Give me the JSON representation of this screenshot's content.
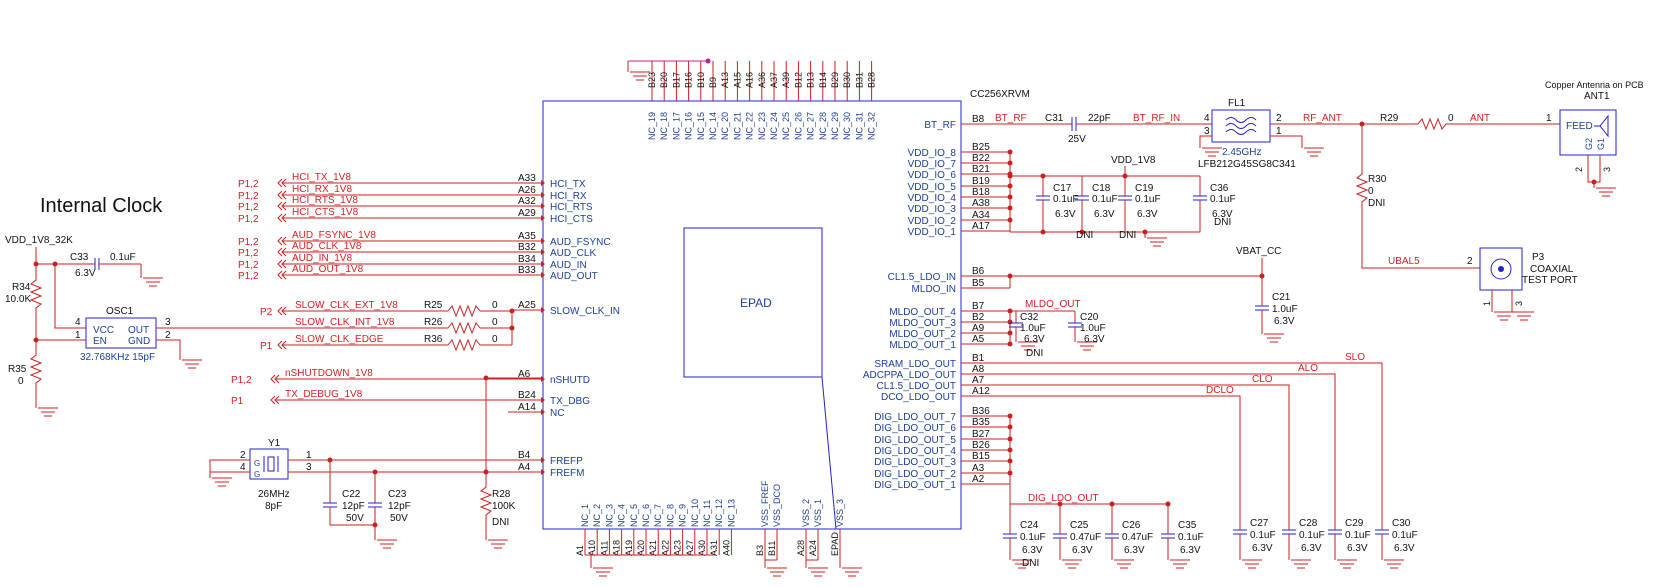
{
  "title": "Internal Clock",
  "ic": {
    "name": "CC256XRVM",
    "epad": "EPAD",
    "top_nc": [
      {
        "pin": "B23",
        "label": "NC_19"
      },
      {
        "pin": "B20",
        "label": "NC_18"
      },
      {
        "pin": "B17",
        "label": "NC_17"
      },
      {
        "pin": "B16",
        "label": "NC_16"
      },
      {
        "pin": "B10",
        "label": "NC_15"
      },
      {
        "pin": "B9",
        "label": "NC_14"
      },
      {
        "pin": "A13",
        "label": "NC_20"
      },
      {
        "pin": "A15",
        "label": "NC_21"
      },
      {
        "pin": "A16",
        "label": "NC_22"
      },
      {
        "pin": "A36",
        "label": "NC_23"
      },
      {
        "pin": "A37",
        "label": "NC_24"
      },
      {
        "pin": "A39",
        "label": "NC_25"
      },
      {
        "pin": "B12",
        "label": "NC_26"
      },
      {
        "pin": "B13",
        "label": "NC_27"
      },
      {
        "pin": "B14",
        "label": "NC_28"
      },
      {
        "pin": "B29",
        "label": "NC_29"
      },
      {
        "pin": "B30",
        "label": "NC_30"
      },
      {
        "pin": "B31",
        "label": "NC_31"
      },
      {
        "pin": "B28",
        "label": "NC_32"
      }
    ],
    "bottom_nc": [
      {
        "pin": "A1",
        "label": "NC_1"
      },
      {
        "pin": "A10",
        "label": "NC_2"
      },
      {
        "pin": "A11",
        "label": "NC_3"
      },
      {
        "pin": "A18",
        "label": "NC_4"
      },
      {
        "pin": "A19",
        "label": "NC_5"
      },
      {
        "pin": "A20",
        "label": "NC_6"
      },
      {
        "pin": "A21",
        "label": "NC_7"
      },
      {
        "pin": "A22",
        "label": "NC_8"
      },
      {
        "pin": "A23",
        "label": "NC_9"
      },
      {
        "pin": "A27",
        "label": "NC_10"
      },
      {
        "pin": "A30",
        "label": "NC_11"
      },
      {
        "pin": "A31",
        "label": "NC_12"
      },
      {
        "pin": "A40",
        "label": "NC_13"
      }
    ],
    "bottom_vss": [
      {
        "pin": "B3",
        "label": "VSS_FREF"
      },
      {
        "pin": "B11",
        "label": "VSS_DCO"
      },
      {
        "pin": "A28",
        "label": "VSS_2"
      },
      {
        "pin": "A24",
        "label": "VSS_1"
      },
      {
        "pin": "EPAD",
        "label": "VSS_3"
      }
    ],
    "left_pins": [
      {
        "pin": "A33",
        "label": "HCI_TX",
        "net": "HCI_TX_1V8",
        "src": "P1,2"
      },
      {
        "pin": "A26",
        "label": "HCI_RX",
        "net": "HCI_RX_1V8",
        "src": "P1,2"
      },
      {
        "pin": "A32",
        "label": "HCI_RTS",
        "net": "HCI_RTS_1V8",
        "src": "P1,2"
      },
      {
        "pin": "A29",
        "label": "HCI_CTS",
        "net": "HCI_CTS_1V8",
        "src": "P1,2"
      },
      {
        "pin": "A35",
        "label": "AUD_FSYNC",
        "net": "AUD_FSYNC_1V8",
        "src": "P1,2"
      },
      {
        "pin": "B32",
        "label": "AUD_CLK",
        "net": "AUD_CLK_1V8",
        "src": "P1,2"
      },
      {
        "pin": "B34",
        "label": "AUD_IN",
        "net": "AUD_IN_1V8",
        "src": "P1,2"
      },
      {
        "pin": "B33",
        "label": "AUD_OUT",
        "net": "AUD_OUT_1V8",
        "src": "P1,2"
      },
      {
        "pin": "A25",
        "label": "SLOW_CLK_IN"
      },
      {
        "pin": "A6",
        "label": "nSHUTD",
        "net": "nSHUTDOWN_1V8",
        "src": "P1,2"
      },
      {
        "pin": "B24",
        "label": "TX_DBG",
        "net": "TX_DEBUG_1V8",
        "src": "P1"
      },
      {
        "pin": "A14",
        "label": "NC"
      },
      {
        "pin": "B4",
        "label": "FREFP"
      },
      {
        "pin": "A4",
        "label": "FREFM"
      }
    ],
    "right_pins": [
      {
        "pin": "B8",
        "label": "BT_RF"
      },
      {
        "pin": "B25",
        "label": "VDD_IO_8"
      },
      {
        "pin": "B22",
        "label": "VDD_IO_7"
      },
      {
        "pin": "B21",
        "label": "VDD_IO_6"
      },
      {
        "pin": "B19",
        "label": "VDD_IO_5"
      },
      {
        "pin": "B18",
        "label": "VDD_IO_4"
      },
      {
        "pin": "A38",
        "label": "VDD_IO_3"
      },
      {
        "pin": "A34",
        "label": "VDD_IO_2"
      },
      {
        "pin": "A17",
        "label": "VDD_IO_1"
      },
      {
        "pin": "B6",
        "label": "CL1.5_LDO_IN"
      },
      {
        "pin": "B5",
        "label": "MLDO_IN"
      },
      {
        "pin": "B7",
        "label": "MLDO_OUT_4"
      },
      {
        "pin": "B2",
        "label": "MLDO_OUT_3"
      },
      {
        "pin": "A9",
        "label": "MLDO_OUT_2"
      },
      {
        "pin": "A5",
        "label": "MLDO_OUT_1"
      },
      {
        "pin": "B1",
        "label": "SRAM_LDO_OUT"
      },
      {
        "pin": "A8",
        "label": "ADCPPA_LDO_OUT"
      },
      {
        "pin": "A7",
        "label": "CL1.5_LDO_OUT"
      },
      {
        "pin": "A12",
        "label": "DCO_LDO_OUT"
      },
      {
        "pin": "B36",
        "label": "DIG_LDO_OUT_7"
      },
      {
        "pin": "B35",
        "label": "DIG_LDO_OUT_6"
      },
      {
        "pin": "B27",
        "label": "DIG_LDO_OUT_5"
      },
      {
        "pin": "B26",
        "label": "DIG_LDO_OUT_4"
      },
      {
        "pin": "B15",
        "label": "DIG_LDO_OUT_3"
      },
      {
        "pin": "A3",
        "label": "DIG_LDO_OUT_2"
      },
      {
        "pin": "A2",
        "label": "DIG_LDO_OUT_1"
      }
    ]
  },
  "slow_clk": {
    "nets": [
      {
        "src": "P2",
        "net": "SLOW_CLK_EXT_1V8",
        "res": "R25",
        "val": "0"
      },
      {
        "src": "",
        "net": "SLOW_CLK_INT_1V8",
        "res": "R26",
        "val": "0"
      },
      {
        "src": "P1",
        "net": "SLOW_CLK_EDGE",
        "res": "R36",
        "val": "0"
      }
    ]
  },
  "osc": {
    "ref": "OSC1",
    "pins": [
      "VCC",
      "EN",
      "OUT",
      "GND"
    ],
    "pin_nums": [
      "4",
      "1",
      "3",
      "2"
    ],
    "part": "32.768KHz 15pF",
    "supply": "VDD_1V8_32K",
    "c33": {
      "ref": "C33",
      "val": "0.1uF",
      "volt": "6.3V"
    },
    "r34": {
      "ref": "R34",
      "val": "10.0K"
    },
    "r35": {
      "ref": "R35",
      "val": "0"
    }
  },
  "crystal": {
    "ref": "Y1",
    "freq": "26MHz",
    "load": "8pF",
    "pin_left": [
      "2",
      "4"
    ],
    "pin_right": [
      "1",
      "3"
    ],
    "g": "G",
    "c22": {
      "ref": "C22",
      "val": "12pF",
      "volt": "50V"
    },
    "c23": {
      "ref": "C23",
      "val": "12pF",
      "volt": "50V"
    },
    "r28": {
      "ref": "R28",
      "val": "100K",
      "dni": "DNI"
    }
  },
  "rf": {
    "bt_rf_net": "BT_RF",
    "c31": {
      "ref": "C31",
      "val": "22pF",
      "volt": "25V"
    },
    "bt_rf_in": "BT_RF_IN",
    "filter": {
      "ref": "FL1",
      "freq": "2.45GHz",
      "part": "LFB212G45SG8C341",
      "pins": [
        "4",
        "3",
        "2",
        "1"
      ]
    },
    "rf_ant": "RF_ANT",
    "r29": {
      "ref": "R29",
      "val": "0"
    },
    "ant_net": "ANT",
    "r30": {
      "ref": "R30",
      "val": "0",
      "dni": "DNI"
    },
    "antenna": {
      "ref": "ANT1",
      "desc": "Copper Antenna on PCB",
      "feed": "FEED",
      "pin": "1",
      "g2": "G2",
      "g1": "G1",
      "gnd_pins": [
        "2",
        "3"
      ]
    },
    "ubal": "UBAL5",
    "port": {
      "ref": "P3",
      "line1": "COAXIAL",
      "line2": "TEST PORT",
      "pin": "2",
      "gnd_pins": [
        "1",
        "3"
      ]
    }
  },
  "vdd_caps": {
    "supply": "VDD_1V8",
    "caps": [
      {
        "ref": "C17",
        "val": "0.1uF",
        "volt": "6.3V",
        "dni": ""
      },
      {
        "ref": "C18",
        "val": "0.1uF",
        "volt": "6.3V",
        "dni": "DNI"
      },
      {
        "ref": "C19",
        "val": "0.1uF",
        "volt": "6.3V",
        "dni": "DNI"
      },
      {
        "ref": "C36",
        "val": "0.1uF",
        "volt": "6.3V",
        "dni": "DNI"
      }
    ]
  },
  "vbat": {
    "supply": "VBAT_CC",
    "c21": {
      "ref": "C21",
      "val": "1.0uF",
      "volt": "6.3V"
    }
  },
  "mldo": {
    "net": "MLDO_OUT",
    "c32": {
      "ref": "C32",
      "val": "1.0uF",
      "volt": "6.3V",
      "dni": "DNI"
    },
    "c20": {
      "ref": "C20",
      "val": "1.0uF",
      "volt": "6.3V"
    }
  },
  "ldo_nets": [
    "SLO",
    "ALO",
    "CLO",
    "DCLO"
  ],
  "ldo_caps": [
    {
      "ref": "C27",
      "val": "0.1uF",
      "volt": "6.3V"
    },
    {
      "ref": "C28",
      "val": "0.1uF",
      "volt": "6.3V"
    },
    {
      "ref": "C29",
      "val": "0.1uF",
      "volt": "6.3V"
    },
    {
      "ref": "C30",
      "val": "0.1uF",
      "volt": "6.3V"
    }
  ],
  "dig": {
    "net": "DIG_LDO_OUT",
    "caps": [
      {
        "ref": "C24",
        "val": "0.1uF",
        "volt": "6.3V",
        "dni": "DNI"
      },
      {
        "ref": "C25",
        "val": "0.47uF",
        "volt": "6.3V"
      },
      {
        "ref": "C26",
        "val": "0.47uF",
        "volt": "6.3V"
      },
      {
        "ref": "C35",
        "val": "0.1uF",
        "volt": "6.3V"
      }
    ]
  }
}
